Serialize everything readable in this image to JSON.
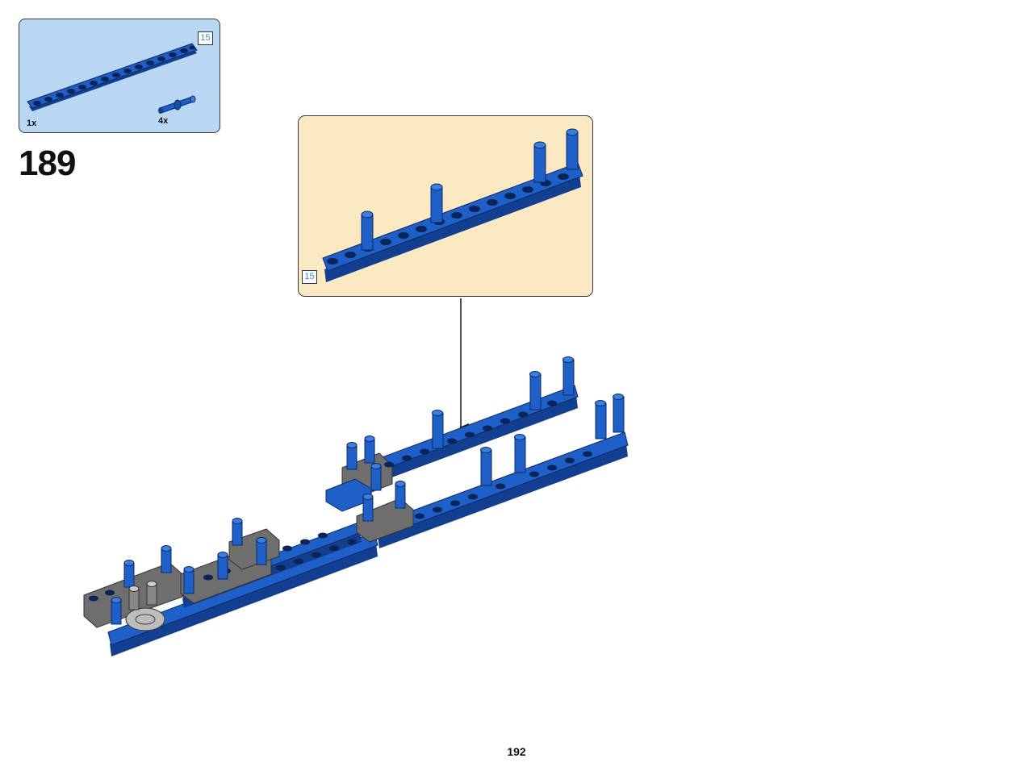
{
  "parts_list": {
    "items": [
      {
        "name": "blue-15-beam",
        "quantity": "1x",
        "length_label": "15"
      },
      {
        "name": "blue-pin",
        "quantity": "4x"
      }
    ]
  },
  "step": {
    "number": "189"
  },
  "subassembly": {
    "length_label": "15"
  },
  "page": {
    "number": "192"
  },
  "colors": {
    "parts_panel_bg": "#b9d7f3",
    "subassembly_bg": "#fbe9c4",
    "beam_blue": "#1f5fc8",
    "frame_gray": "#6e6e6e",
    "length_badge_text": "#1f9bd8"
  }
}
